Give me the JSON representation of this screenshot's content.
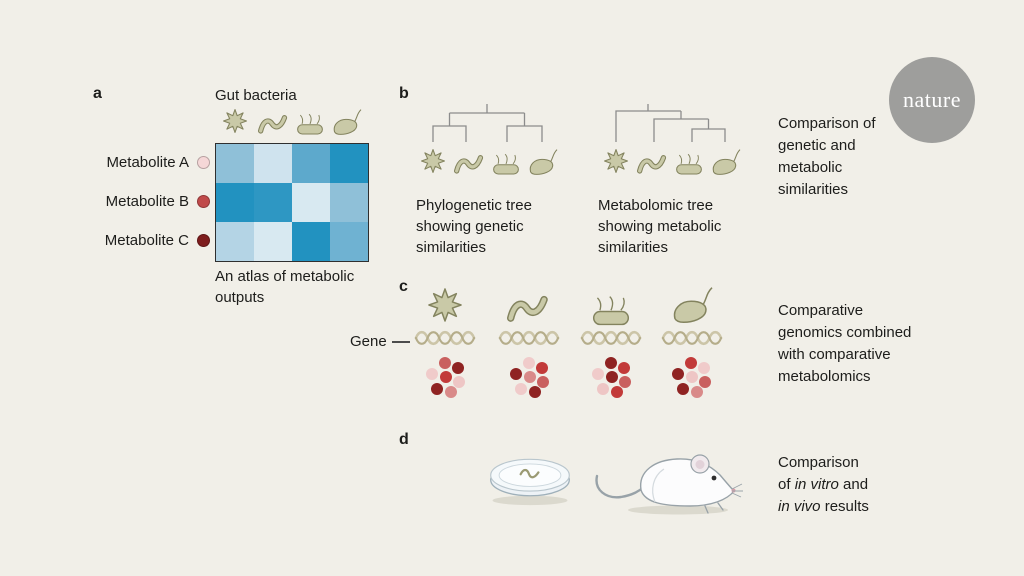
{
  "colors": {
    "background": "#f1efe8",
    "text": "#1d1d1b",
    "bacteria_fill": "#c9c9a7",
    "bacteria_stroke": "#83835e",
    "tree_stroke": "#8c8c8c"
  },
  "logo": {
    "text": "nature",
    "bg": "#9e9e9c",
    "fg": "#ffffff"
  },
  "panel_a": {
    "label": "a",
    "top_label": "Gut bacteria",
    "metabolites": [
      {
        "label": "Metabolite A",
        "color": "#f5d7d7"
      },
      {
        "label": "Metabolite B",
        "color": "#c04a4a"
      },
      {
        "label": "Metabolite C",
        "color": "#7e1d1d"
      }
    ],
    "heatmap": {
      "rows": 3,
      "cols": 4,
      "colors": [
        [
          "#8fc0d8",
          "#cfe3ee",
          "#5da9cc",
          "#2292c0"
        ],
        [
          "#2292c0",
          "#2e97c3",
          "#d8e9f1",
          "#8fc0d8"
        ],
        [
          "#b4d4e5",
          "#d8e9f1",
          "#2292c0",
          "#6fb2d2"
        ]
      ]
    },
    "caption": "An atlas of metabolic outputs"
  },
  "panel_b": {
    "label": "b",
    "left_caption": "Phylogenetic tree showing genetic similarities",
    "right_caption": "Metabolomic tree showing metabolic similarities",
    "annotation": "Comparison of genetic and metabolic similarities"
  },
  "panel_c": {
    "label": "c",
    "gene_label": "Gene",
    "annotation": "Comparative genomics combined with comparative metabolomics",
    "clusters": [
      [
        "#c9605f",
        "#8f2322",
        "#f0cbca",
        "#c23a39",
        "#eec6c5",
        "#8f2322",
        "#d98a89"
      ],
      [
        "#f0cbca",
        "#c23a39",
        "#8f2322",
        "#d98a89",
        "#c9605f",
        "#f0cbca",
        "#8f2322"
      ],
      [
        "#8f2322",
        "#c23a39",
        "#f0cbca",
        "#8f2322",
        "#c9605f",
        "#eec6c5",
        "#c23a39"
      ],
      [
        "#c23a39",
        "#f0cbca",
        "#8f2322",
        "#eec6c5",
        "#c9605f",
        "#8f2322",
        "#d98a89"
      ]
    ]
  },
  "panel_d": {
    "label": "d",
    "annotation": {
      "line1": "Comparison",
      "line2_pre": "of ",
      "line2_italic": "in vitro",
      "line2_post": " and",
      "line3_italic": "in vivo",
      "line3_post": " results"
    }
  },
  "icons": {
    "bacteria": [
      "bacteria-star",
      "bacteria-spiral",
      "bacteria-rod",
      "bacteria-vibrio"
    ],
    "other": [
      "phylogenetic-tree",
      "metabolomic-tree",
      "gene-strand",
      "petri-dish",
      "mouse"
    ]
  }
}
